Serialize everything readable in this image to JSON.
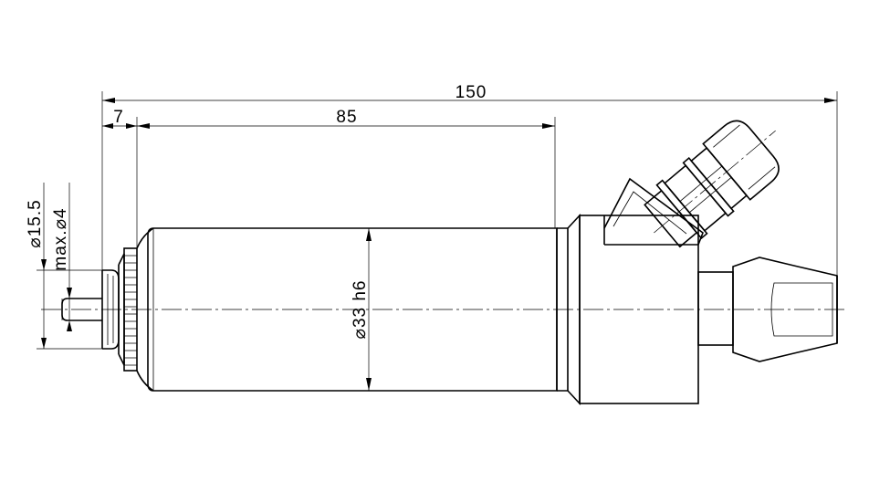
{
  "dimensions": {
    "overall_length": "150",
    "collet_length": "7",
    "body_length": "85",
    "body_diameter": "⌀33 h6",
    "collar_diameter": "⌀15.5",
    "shaft_diameter": "max.⌀4"
  }
}
